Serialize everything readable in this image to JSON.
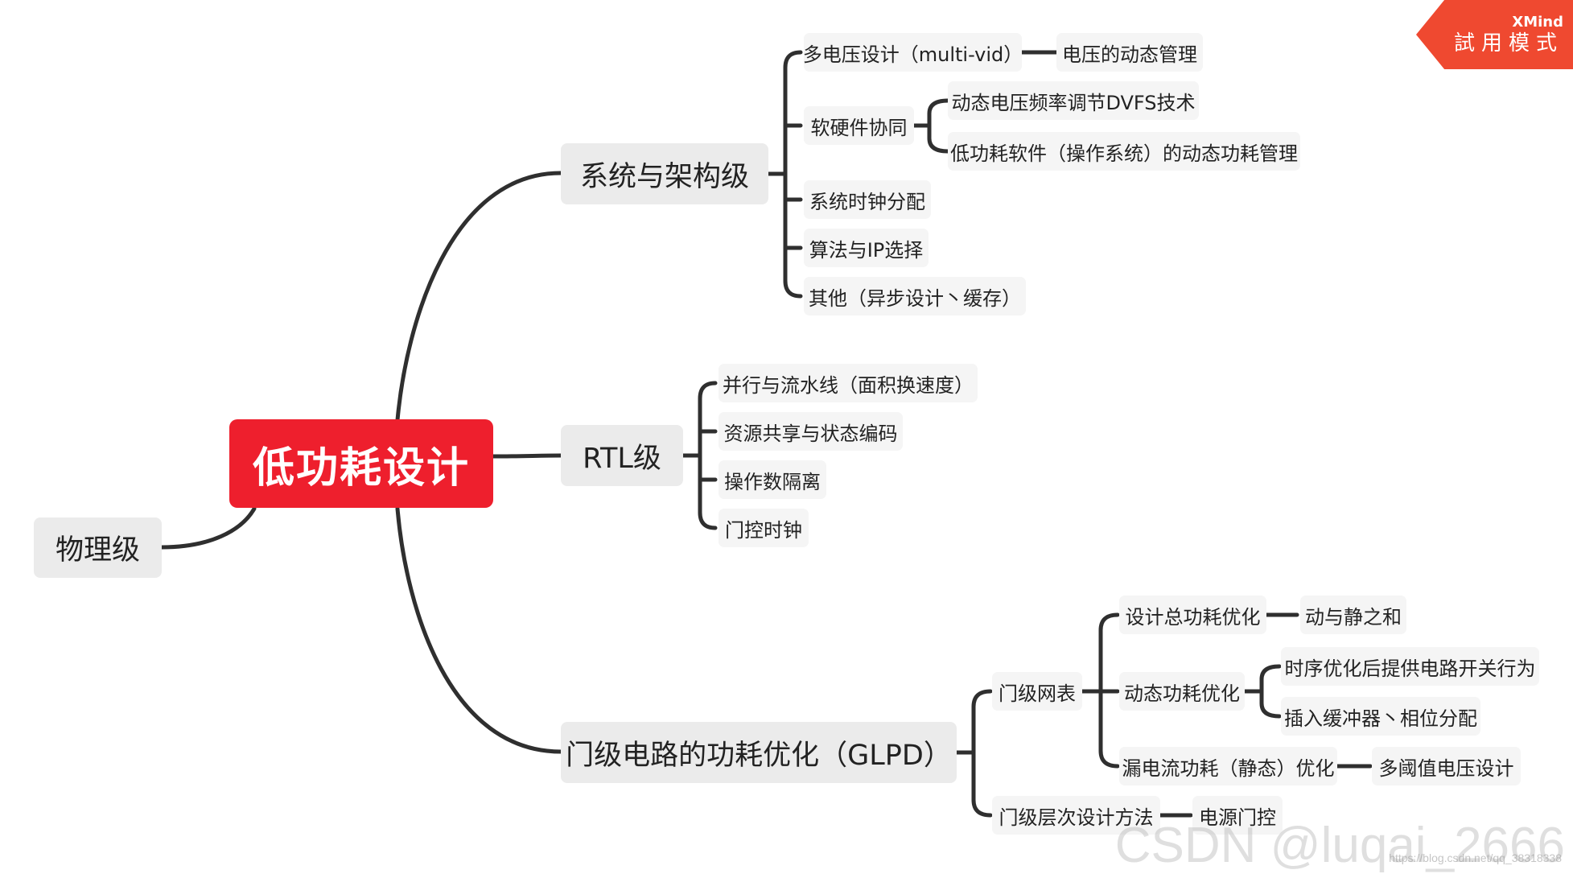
{
  "colors": {
    "root_fill": "#ee1f2d",
    "topic_fill": "#ebebeb",
    "subtopic_fill": "#f5f5f5",
    "branch_line": "#2f2f2f",
    "badge_fill": "#ef4930"
  },
  "mindmap": {
    "root": "低功耗设计",
    "system": {
      "label": "系统与架构级",
      "multi_voltage": {
        "label": "多电压设计（multi-vid）",
        "detail": "电压的动态管理"
      },
      "hw_sw": {
        "label": "软硬件协同",
        "dvfs": "动态电压频率调节DVFS技术",
        "os_power": "低功耗软件（操作系统）的动态功耗管理"
      },
      "clock_dist": "系统时钟分配",
      "algo_ip": "算法与IP选择",
      "others": "其他（异步设计丶缓存）"
    },
    "rtl": {
      "label": "RTL级",
      "pipeline": "并行与流水线（面积换速度）",
      "sharing": "资源共享与状态编码",
      "isolation": "操作数隔离",
      "clock_gating": "门控时钟"
    },
    "gate": {
      "label": "门级电路的功耗优化（GLPD）",
      "netlist": {
        "label": "门级网表",
        "total": {
          "label": "设计总功耗优化",
          "detail": "动与静之和"
        },
        "dynamic": {
          "label": "动态功耗优化",
          "switching": "时序优化后提供电路开关行为",
          "buffers": "插入缓冲器丶相位分配"
        },
        "leakage": {
          "label": "漏电流功耗（静态）优化",
          "detail": "多阈值电压设计"
        }
      },
      "method": {
        "label": "门级层次设计方法",
        "detail": "电源门控"
      }
    },
    "physical": "物理级"
  },
  "trial_badge": {
    "brand": "XMind",
    "mode": "試用模式"
  },
  "watermark": {
    "text": "CSDN @luqai_2666",
    "url": "https://blog.csdn.net/qq_38318338"
  }
}
